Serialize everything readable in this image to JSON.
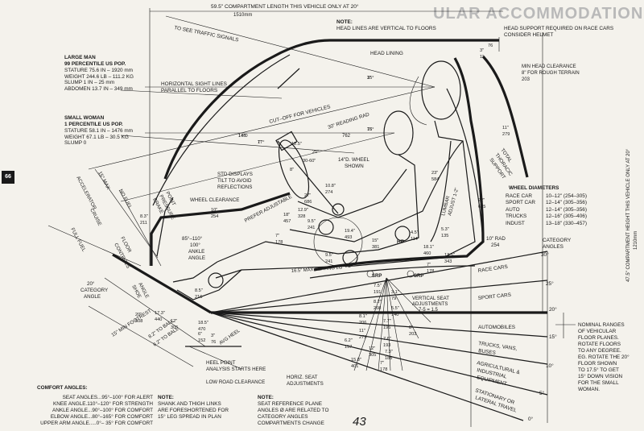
{
  "header_ghost": "ULAR ACCOMMODATION",
  "page_number": "66",
  "handwritten": "43",
  "compartment_length": [
    "59.5\" COMPARTMENT LENGTH THIS VEHICLE ONLY AT 20°",
    "1510mm"
  ],
  "compartment_height": [
    "47.5\" COMPARTMENT HEIGHT THIS VEHICLE ONLY AT 20°",
    "1210mm"
  ],
  "large_man": {
    "title": [
      "LARGE MAN",
      "99 PERCENTILE US POP."
    ],
    "lines": [
      "STATURE 75.6 IN – 1920 mm",
      "WEIGHT 244.6 LB – 111.2 KG",
      "SLUMP 1 IN – 25 mm",
      "ABDOMEN 13.7 IN – 349 mm"
    ]
  },
  "small_woman": {
    "title": [
      "SMALL WOMAN",
      "1 PERCENTILE US POP."
    ],
    "lines": [
      "STATURE 58.1 IN – 1476 mm",
      "WEIGHT 67.1 LB – 30.5 KG",
      "SLUMP 0"
    ]
  },
  "notes_top": [
    "NOTE:",
    "HEAD LINES ARE VERTICAL TO FLOORS"
  ],
  "head_support": [
    "HEAD SUPPORT REQUIRED ON RACE CARS",
    "CONSIDER HELMET"
  ],
  "labels": {
    "traffic": "TO SEE TRAFFIC SIGNALS",
    "head_lining": "HEAD LINING",
    "min_head": [
      "MIN HEAD CLEARANCE",
      "8\" FOR ROUGH TERRAIN",
      "203"
    ],
    "sight": [
      "HORIZONTAL SIGHT LINES",
      "PARALLEL TO FLOORS"
    ],
    "cutoff": "CUT–OFF FOR VEHICLES",
    "reading": "30\" READING RAD",
    "reading_mm": "762",
    "wheel_shown": [
      "14\"D. WHEEL",
      "SHOWN"
    ],
    "std_displays": [
      "STD DISPLAYS",
      "TILT TO AVOID",
      "REFLECTIONS"
    ],
    "wheel_clearance": "WHEEL CLEARANCE",
    "prefer": "PREFER ADJUSTABLE",
    "total_thoracic": [
      "TOTAL",
      "THORACIC",
      "SUPPORT"
    ],
    "lumbar": [
      "LUMBAR",
      "ADJUST 1-2\""
    ],
    "hp": "HP",
    "srp": "SRP",
    "category_angles": [
      "CATEGORY",
      "ANGLES"
    ],
    "category_angle": [
      "20°",
      "CATEGORY",
      "ANGLE"
    ],
    "heel_point": [
      "HEEL POINT",
      "ANALYSIS STARTS HERE"
    ],
    "low_road": "LOW ROAD CLEARANCE",
    "horiz_seat": [
      "HORIZ. SEAT",
      "ADJUSTMENTS"
    ],
    "vert_seat": [
      "VERTICAL SEAT",
      "ADJUSTMENTS",
      "7-5 = 1.5"
    ],
    "max_seating": "16.5\" MAX SEATING LG",
    "min_footrest": "15\" MIN FOOTREST",
    "ankle_angle": [
      "85°–110°",
      "100°",
      "ANKLE",
      "ANGLE"
    ],
    "brake": [
      "BRAKE",
      "PRESSURE",
      "POINT"
    ],
    "accelerator": [
      "ACCELERATOR",
      "15° MAX"
    ],
    "no_fuel": [
      "NO FUEL",
      "CRUISE"
    ],
    "full_fuel": "FULL FUEL",
    "floor_controls": [
      "FLOOR",
      "CONTROLS"
    ],
    "shoe_angle": [
      "SHOE",
      "ANGLE"
    ],
    "to_ball": [
      "8.2\" TO BALL",
      "6.2\" TO BALL"
    ],
    "avg_heel": "AVG HEEL",
    "rad": [
      "10\" RAD",
      "254"
    ]
  },
  "wheel_diameters": {
    "title": "WHEEL DIAMETERS",
    "rows": [
      [
        "RACE CAR",
        "10–12\" (254–305)"
      ],
      [
        "SPORT CAR",
        "12–14\" (305–356)"
      ],
      [
        "AUTO",
        "12–14\" (305–356)"
      ],
      [
        "TRUCKS",
        "12–16\" (305–406)"
      ],
      [
        "INDUST",
        "13–18\" (330–457)"
      ]
    ]
  },
  "categories": [
    {
      "name": [
        "RACE CARS"
      ],
      "angle": "25°"
    },
    {
      "name": [
        "SPORT CARS"
      ],
      "angle": "20°"
    },
    {
      "name": [
        "AUTOMOBILES"
      ],
      "angle": "15°"
    },
    {
      "name": [
        "TRUCKS, VANS,",
        "BUSES"
      ],
      "angle": "10°"
    },
    {
      "name": [
        "AGRICULTURAL &",
        "INDUSTRIAL",
        "EQUIPMENT"
      ],
      "angle": "5°"
    },
    {
      "name": [
        "STATIONARY OR",
        "LATERAL TRAVEL"
      ],
      "angle": "0°"
    }
  ],
  "top_angle": "30°",
  "nominal": [
    "NOMINAL RANGES",
    "OF VEHICULAR",
    "FLOOR PLANES.",
    "ROTATE FLOORS",
    "TO ANY DEGREE.",
    "EG. ROTATE THE 20°",
    "FLOOR SHOWN",
    "TO 17.5° TO GET",
    "15° DOWN VISION",
    "FOR THE SMALL",
    "WOMAN."
  ],
  "comfort": {
    "title": "COMFORT ANGLES:",
    "lines": [
      "SEAT ANGLES...95°–100° FOR ALERT",
      "KNEE ANGLE.110°–120° FOR STRENGTH",
      "ANKLE ANGLE...90°–100° FOR COMFORT",
      "ELBOW ANGLE...80°–165° FOR COMFORT",
      "UPPER ARM ANGLE.....0°– 35° FOR COMFORT"
    ]
  },
  "note_shank": [
    "NOTE:",
    "SHANK AND THIGH LINKS",
    "ARE FORESHORTENED FOR",
    "15° LEG SPREAD IN PLAN"
  ],
  "note_seat": [
    "NOTE:",
    "SEAT REFERENCE PLANE",
    "ANGLES Ø ARE RELATED TO",
    "CATEGORY ANGLES",
    "COMPARTMENTS CHANGE"
  ],
  "dims": [
    "15°",
    "15°",
    "17°",
    "14°0",
    "12.5\"",
    "25\"",
    "30-60\"",
    "8\"",
    "3\"",
    "1\"",
    "76",
    "11\"",
    "279",
    "22\"",
    "635",
    "23\"",
    "584",
    "10.8\"",
    "274",
    "27\"",
    "686",
    "12.9\"",
    "328",
    "18\"",
    "457",
    "9.5\"",
    "241",
    "7\"",
    "178",
    "19.4\"",
    "493",
    "15\"",
    "381",
    "4.5\"",
    "114",
    "5.3\"",
    "135",
    "18.1\"",
    "460",
    "13.5\"",
    "343",
    "9.5\"",
    "241",
    "7.5\"",
    "191",
    "3.1\"",
    "79",
    "8.2\"",
    "208",
    "5.5\"",
    "140",
    "8.1\"",
    "206",
    "7.7\"",
    "196",
    "8\"",
    "203",
    "11\"",
    "279",
    "7.6\"",
    "193",
    "6.2\"",
    "157",
    "12\"",
    "305",
    "7.3\"",
    "185",
    "15.8\"",
    "401",
    "7\"",
    "178",
    "18.5\"",
    "470",
    "6\"",
    "152",
    "3\"",
    "76",
    "12\"",
    "305",
    "20\"",
    "508",
    "17.3\"",
    "440",
    "8.3\"",
    "211",
    "8.5\"",
    "216",
    "10\"",
    "254",
    "7\"",
    "178",
    "3\"",
    "76",
    "7\"",
    "178"
  ]
}
